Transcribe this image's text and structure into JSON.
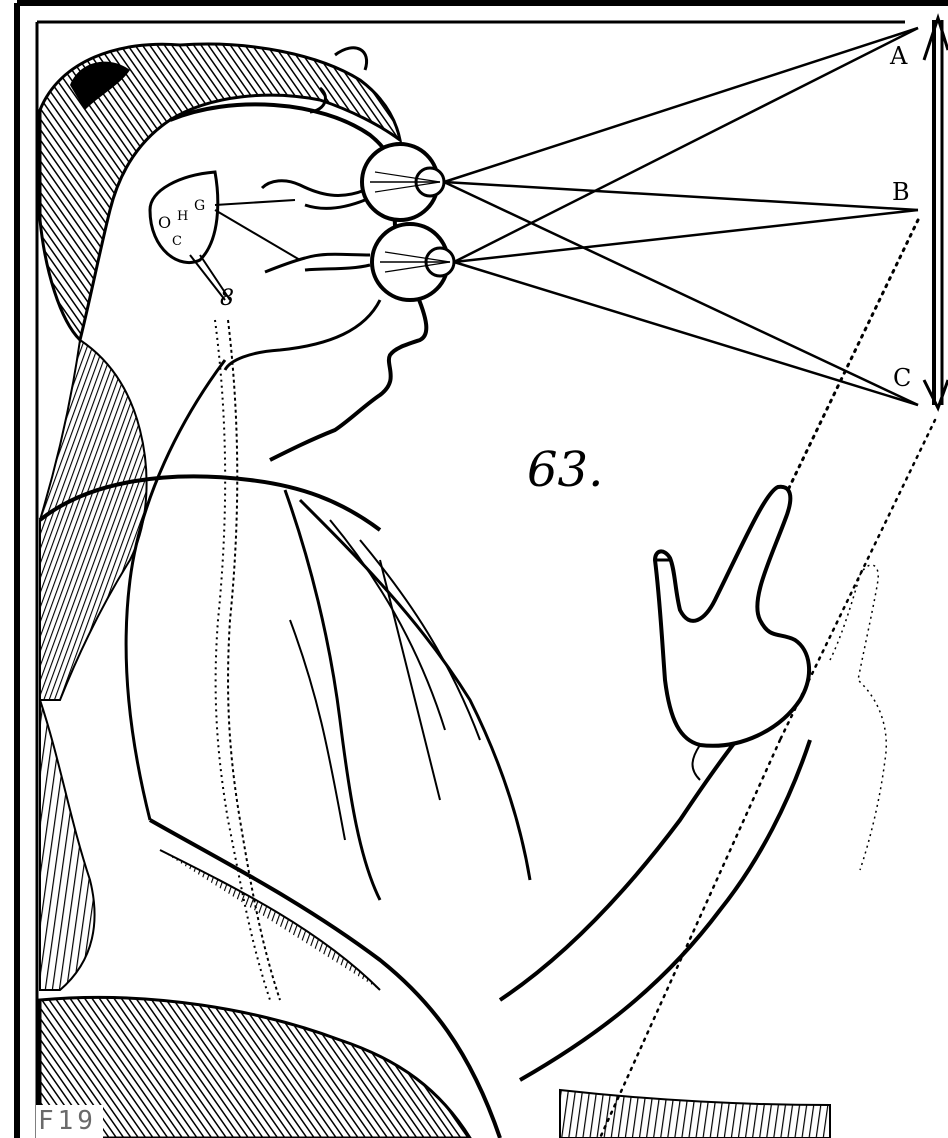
{
  "figure": {
    "number_label": "63.",
    "point_labels": [
      "A",
      "B",
      "C"
    ],
    "brain_letters": [
      "O",
      "H",
      "G",
      "C"
    ],
    "gland_symbol": "8",
    "corner_tag": "F19"
  },
  "colors": {
    "ink": "#000000",
    "paper": "#ffffff",
    "tag": "#6a6a6a"
  }
}
